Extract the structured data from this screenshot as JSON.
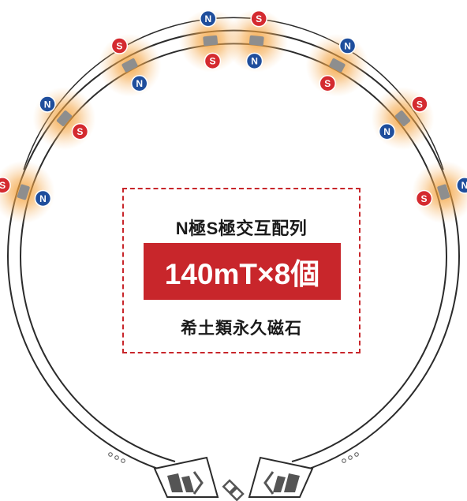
{
  "info": {
    "line1": "N極S極交互配列",
    "headline": "140mT×8個",
    "line3": "希土類永久磁石"
  },
  "poles": {
    "north": "N",
    "south": "S"
  },
  "magnets": [
    {
      "outer": "S",
      "inner": "N"
    },
    {
      "outer": "N",
      "inner": "S"
    },
    {
      "outer": "S",
      "inner": "N"
    },
    {
      "outer": "N",
      "inner": "S"
    },
    {
      "outer": "S",
      "inner": "N"
    },
    {
      "outer": "N",
      "inner": "S"
    },
    {
      "outer": "S",
      "inner": "N"
    },
    {
      "outer": "N",
      "inner": "S"
    }
  ],
  "colors": {
    "accent": "#c8262b",
    "north": "#1f4e9c",
    "south": "#d42a2f",
    "glow": "#f39a2a",
    "ring": "#2b2b2b"
  },
  "icons": {
    "clasp": "clasp-link-icon"
  }
}
